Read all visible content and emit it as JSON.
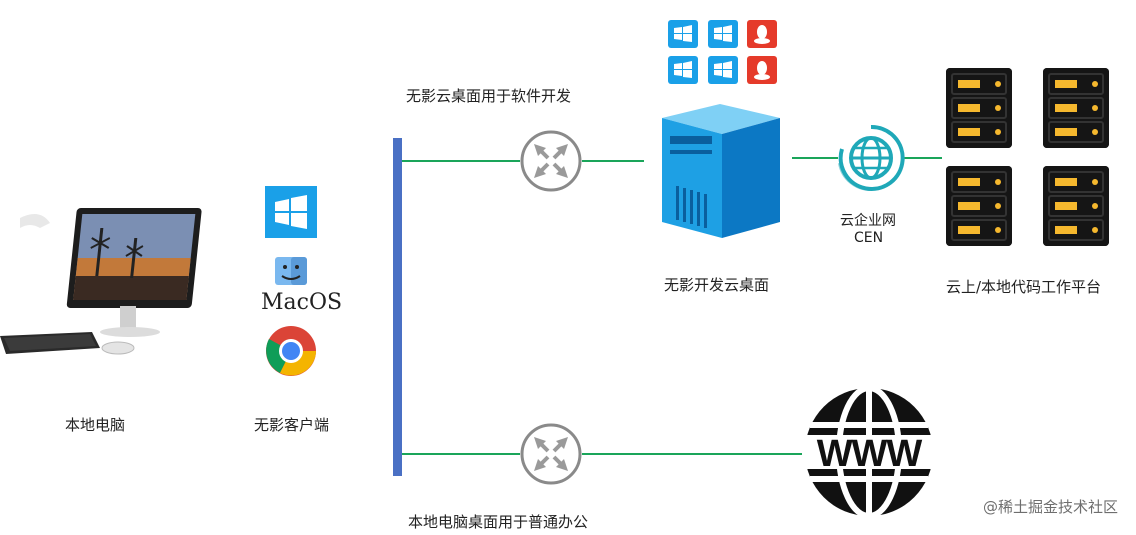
{
  "labels": {
    "local_pc": "本地电脑",
    "client": "无影客户端",
    "macos": "MacOS",
    "dev_use": "无影云桌面用于软件开发",
    "office_use": "本地电脑桌面用于普通办公",
    "dev_desktop": "无影开发云桌面",
    "cen_line1": "云企业网",
    "cen_line2": "CEN",
    "platform": "云上/本地代码工作平台",
    "www": "WWW"
  },
  "watermark": "@稀土掘金技术社区",
  "colors": {
    "link_line": "#1aa55a",
    "switch_bar": "#4a70c4",
    "windows_blue": "#1aa0e8",
    "linux_red": "#e53a2a",
    "cen_teal": "#1fa8b8",
    "server_black": "#151515",
    "slot_gold": "#f5b82e"
  },
  "icons": {
    "router": "router-icon",
    "windows": "windows-logo-icon",
    "mac": "mac-finder-icon",
    "chrome": "chrome-icon",
    "server": "server-tower-icon",
    "globe": "globe-icon",
    "rack": "server-rack-icon",
    "linux": "linux-icon"
  }
}
